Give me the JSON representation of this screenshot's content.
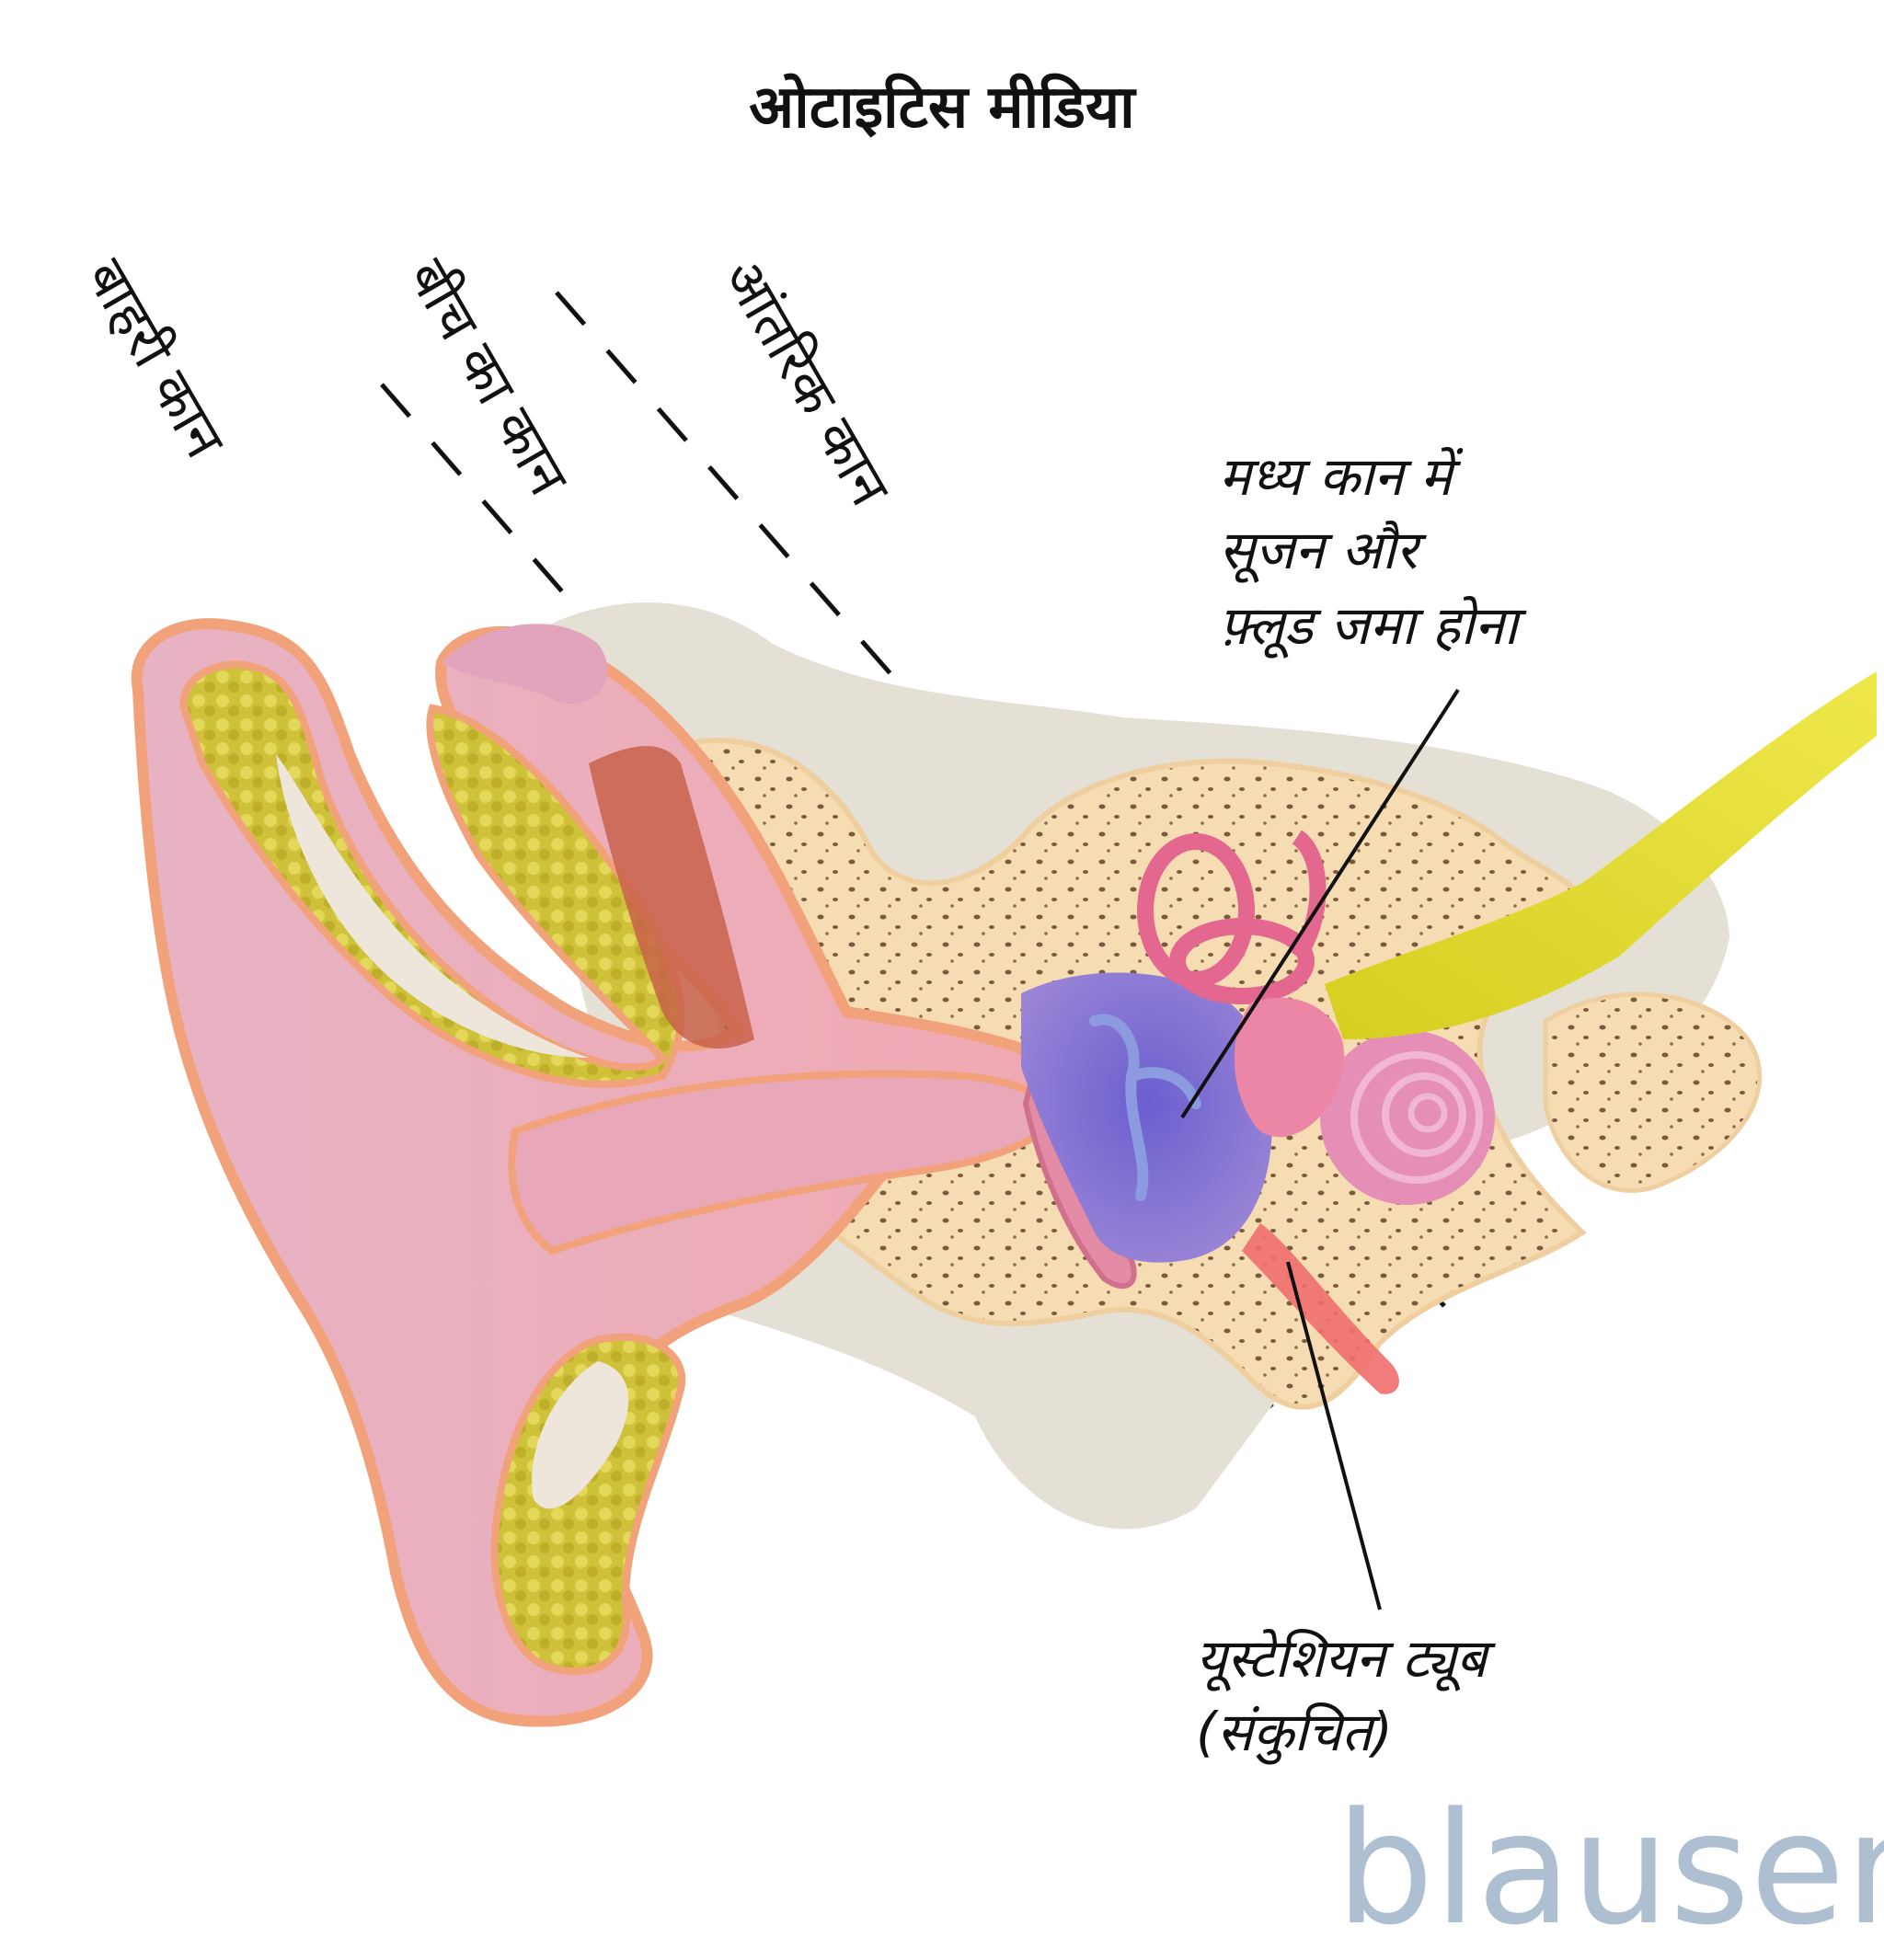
{
  "title": "ओटाइटिस मीडिया",
  "regions": {
    "outer": "बाहरी कान",
    "middle": "बीच का कान",
    "inner": "आंतरिक कान"
  },
  "callouts": {
    "fluid": [
      "मध्य कान में",
      "सूजन और",
      "फ़्लूड जमा होना"
    ],
    "tube": [
      "यूस्टेशियन ट्यूब",
      "(संकुचित)"
    ]
  },
  "logo": "blausen",
  "colors": {
    "skin": "#e9b3c2",
    "skin_edge": "#f2a27a",
    "fat": "#cfc13a",
    "bone": "#f6dcb3",
    "fluid": "#7f6fc8",
    "cochlea": "#e58fb6",
    "nerve": "#e7df2f",
    "logo": "#aebfd1"
  }
}
